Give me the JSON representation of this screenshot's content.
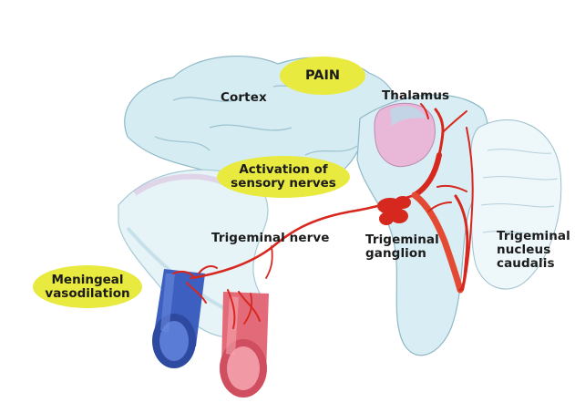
{
  "labels": {
    "pain": "PAIN",
    "cortex": "Cortex",
    "thalamus": "Thalamus",
    "activation": "Activation of\nsensory nerves",
    "trigeminal_nerve": "Trigeminal nerve",
    "trigeminal_ganglion": "Trigeminal\nganglion",
    "trigeminal_nucleus": "Trigeminal\nnucleus\ncaudalis",
    "meningeal": "Meningeal\nvasodilation"
  },
  "colors": {
    "highlight": "#e9ea3f",
    "nerve": "#d7281f",
    "artery": "#e36a78",
    "vein": "#3d5fbf",
    "brain": "#d4ecf2",
    "thalamus_region": "#e9b7d8",
    "brain_outline": "#8fb8c8"
  }
}
